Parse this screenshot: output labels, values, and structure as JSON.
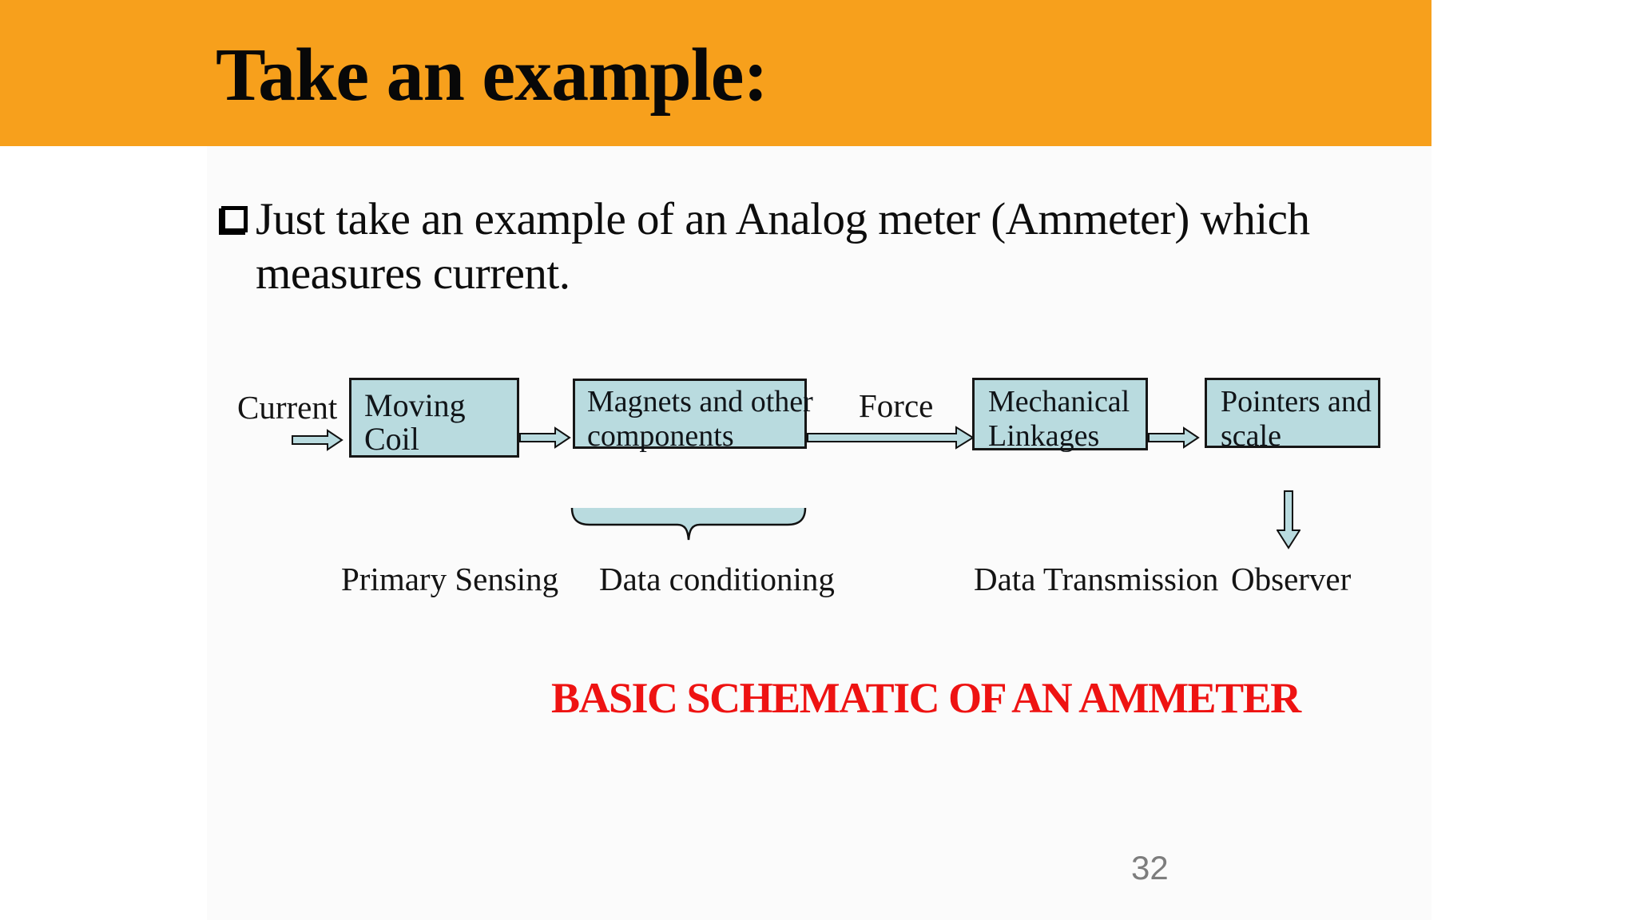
{
  "slide": {
    "title": "Take an example:",
    "bullet_lines": [
      "Just take an example of an Analog meter (Ammeter) which",
      "measures current."
    ],
    "caption": "BASIC SCHEMATIC OF AN AMMETER",
    "page_number": "32"
  },
  "diagram": {
    "input_label": "Current",
    "force_label": "Force",
    "boxes": [
      {
        "name": "moving-coil",
        "line1": "Moving",
        "line2": "Coil"
      },
      {
        "name": "magnets",
        "line1": "Magnets and other",
        "line2": "components"
      },
      {
        "name": "mechanical-linkages",
        "line1": "Mechanical",
        "line2": "Linkages"
      },
      {
        "name": "pointers-scale",
        "line1": "Pointers and",
        "line2": "scale"
      }
    ],
    "stage_labels": [
      "Primary Sensing",
      "Data conditioning",
      "Data Transmission",
      "Observer"
    ],
    "icons": [
      "right-block-arrow",
      "underbrace",
      "down-block-arrow"
    ]
  },
  "colors": {
    "banner_orange": "#F7A01C",
    "slide_body": "#FBFBFB",
    "box_fill": "#B9DBDF",
    "box_border": "#161616",
    "caption_red": "#EE1312",
    "page_number_gray": "#7D7D7D",
    "text_black": "#0D0D0D"
  }
}
